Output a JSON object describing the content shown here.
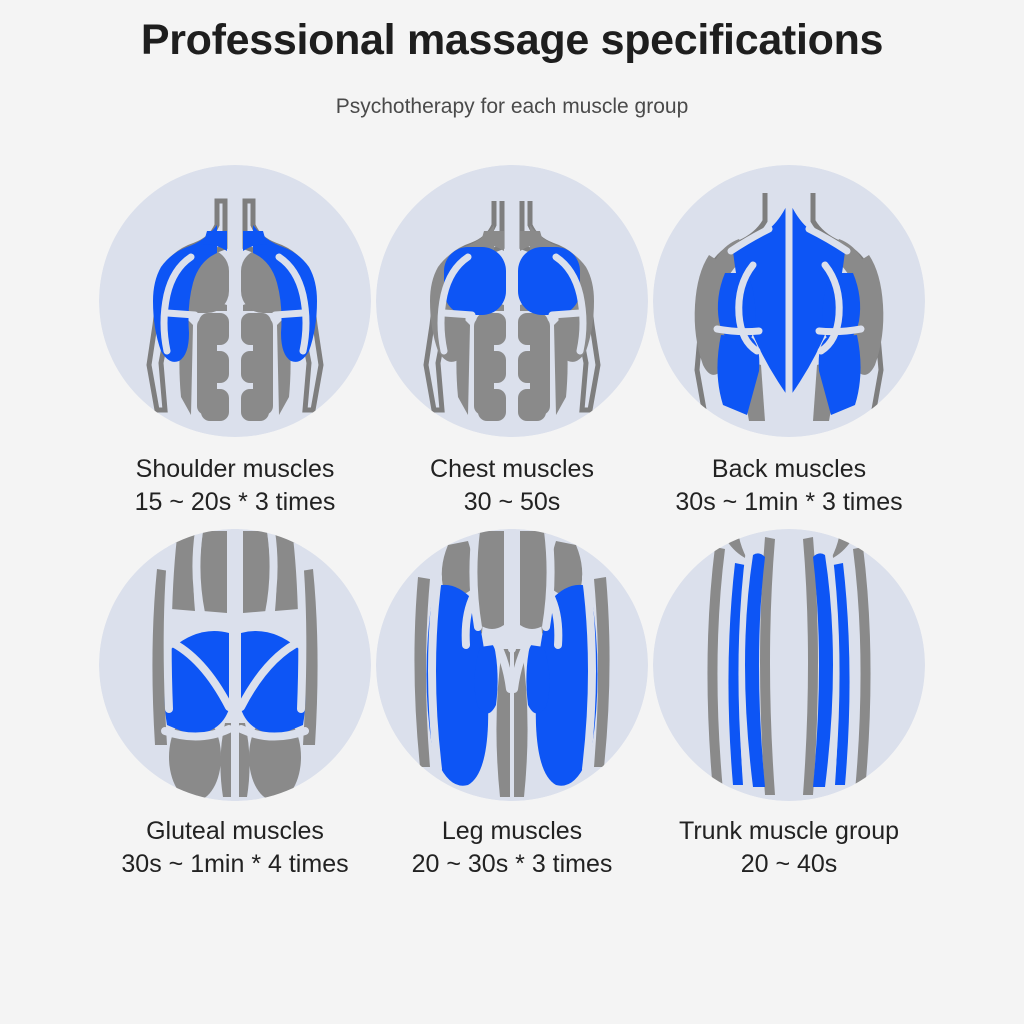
{
  "header": {
    "title": "Professional massage specifications",
    "subtitle": "Psychotherapy for each muscle group"
  },
  "colors": {
    "page_background": "#f4f4f4",
    "circle_background": "#dbe0ec",
    "muscle_gray": "#8a8a8a",
    "muscle_gray_outline": "#7e7e7e",
    "highlight_blue": "#0d55f5",
    "title_text": "#1e1e1e",
    "caption_text": "#222222",
    "subtitle_text": "#4a4a4a"
  },
  "cards": [
    {
      "id": "shoulder",
      "icon_name": "shoulder-muscles-diagram-icon",
      "name": "Shoulder muscles",
      "spec": "15 ~ 20s * 3 times",
      "highlighted_region": "deltoids"
    },
    {
      "id": "chest",
      "icon_name": "chest-muscles-diagram-icon",
      "name": "Chest muscles",
      "spec": "30 ~ 50s",
      "highlighted_region": "pectorals"
    },
    {
      "id": "back",
      "icon_name": "back-muscles-diagram-icon",
      "name": "Back muscles",
      "spec": "30s ~ 1min * 3 times",
      "highlighted_region": "trapezius-latissimus"
    },
    {
      "id": "gluteal",
      "icon_name": "gluteal-muscles-diagram-icon",
      "name": "Gluteal muscles",
      "spec": "30s ~ 1min * 4 times",
      "highlighted_region": "glutes"
    },
    {
      "id": "leg",
      "icon_name": "leg-muscles-diagram-icon",
      "name": "Leg muscles",
      "spec": "20 ~ 30s * 3 times",
      "highlighted_region": "quadriceps-hamstrings"
    },
    {
      "id": "trunk",
      "icon_name": "trunk-muscle-group-diagram-icon",
      "name": "Trunk muscle group",
      "spec": "20 ~ 40s",
      "highlighted_region": "trunk-longitudinal-muscles"
    }
  ]
}
